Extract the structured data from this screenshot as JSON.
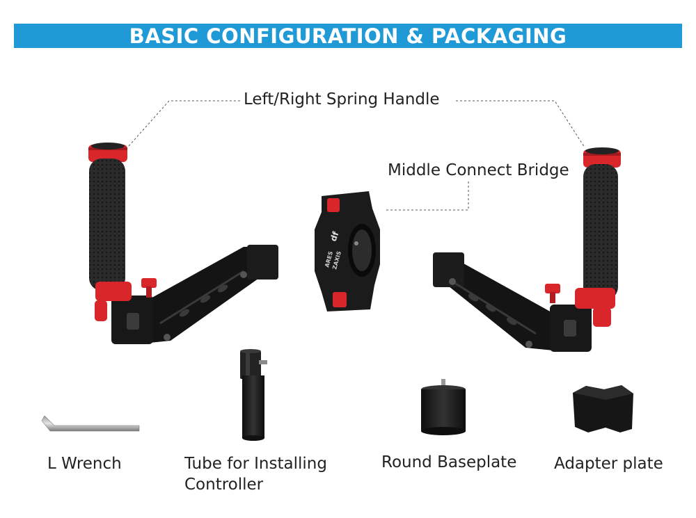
{
  "banner": {
    "title": "BASIC CONFIGURATION & PACKAGING",
    "color": "#1f9ad6"
  },
  "labels": {
    "spring_handle": "Left/Right Spring Handle",
    "middle_bridge": "Middle Connect Bridge",
    "l_wrench": "L Wrench",
    "tube_line1": "Tube for Installing",
    "tube_line2": "Controller",
    "round_baseplate": "Round Baseplate",
    "adapter_plate": "Adapter plate"
  },
  "bridge_markings": {
    "logo": "df",
    "line1": "ARES",
    "line2": "ZAXIS"
  },
  "colors": {
    "accent_red": "#d8262a",
    "metal_black": "#1a1a1a",
    "grip": "#2a2a2a"
  }
}
